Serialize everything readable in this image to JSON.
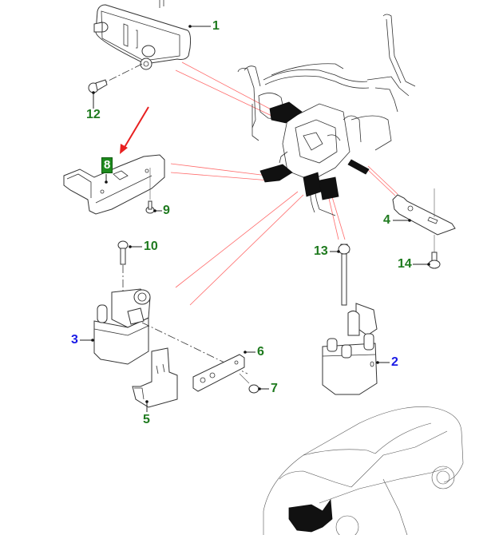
{
  "diagram": {
    "type": "exploded-parts-view",
    "subject": "coolant heater / cooling module mounting",
    "callouts": [
      {
        "id": "1",
        "label": "1",
        "color": "green"
      },
      {
        "id": "2",
        "label": "2",
        "color": "blue"
      },
      {
        "id": "3",
        "label": "3",
        "color": "blue"
      },
      {
        "id": "4",
        "label": "4",
        "color": "green"
      },
      {
        "id": "5",
        "label": "5",
        "color": "green"
      },
      {
        "id": "6",
        "label": "6",
        "color": "green"
      },
      {
        "id": "7",
        "label": "7",
        "color": "green"
      },
      {
        "id": "8",
        "label": "8",
        "color": "green",
        "selected": true
      },
      {
        "id": "9",
        "label": "9",
        "color": "green"
      },
      {
        "id": "10",
        "label": "10",
        "color": "green"
      },
      {
        "id": "12",
        "label": "12",
        "color": "green"
      },
      {
        "id": "13",
        "label": "13",
        "color": "green"
      },
      {
        "id": "14",
        "label": "14",
        "color": "green"
      }
    ],
    "highlight_arrow": {
      "points_to": "8",
      "color": "#e82020"
    },
    "colors": {
      "callout_green": "#1e7a1e",
      "callout_blue": "#1a1ae6",
      "selected_bg": "#1e8a1e",
      "reference_lines": "#ff6b6b"
    }
  }
}
